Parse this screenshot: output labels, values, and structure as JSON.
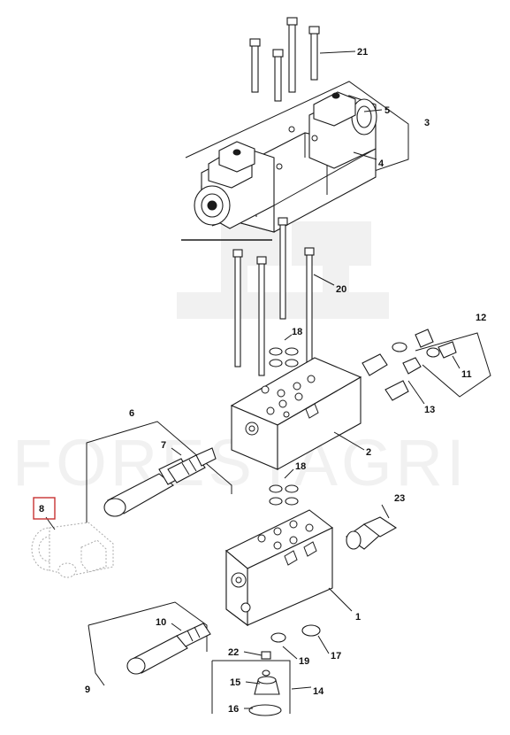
{
  "watermark": "FORESTAGRI",
  "highlight_color": "#c83232",
  "callouts": [
    {
      "id": "c1",
      "text": "1"
    },
    {
      "id": "c2",
      "text": "2"
    },
    {
      "id": "c3",
      "text": "3"
    },
    {
      "id": "c4",
      "text": "4"
    },
    {
      "id": "c5",
      "text": "5"
    },
    {
      "id": "c6",
      "text": "6"
    },
    {
      "id": "c7",
      "text": "7"
    },
    {
      "id": "c8",
      "text": "8"
    },
    {
      "id": "c9",
      "text": "9"
    },
    {
      "id": "c10",
      "text": "10"
    },
    {
      "id": "c11",
      "text": "11"
    },
    {
      "id": "c12",
      "text": "12"
    },
    {
      "id": "c13",
      "text": "13"
    },
    {
      "id": "c14",
      "text": "14"
    },
    {
      "id": "c15",
      "text": "15"
    },
    {
      "id": "c16",
      "text": "16"
    },
    {
      "id": "c17",
      "text": "17"
    },
    {
      "id": "c18a",
      "text": "18"
    },
    {
      "id": "c18b",
      "text": "18"
    },
    {
      "id": "c19",
      "text": "19"
    },
    {
      "id": "c20",
      "text": "20"
    },
    {
      "id": "c21",
      "text": "21"
    },
    {
      "id": "c22",
      "text": "22"
    },
    {
      "id": "c23",
      "text": "23"
    }
  ]
}
